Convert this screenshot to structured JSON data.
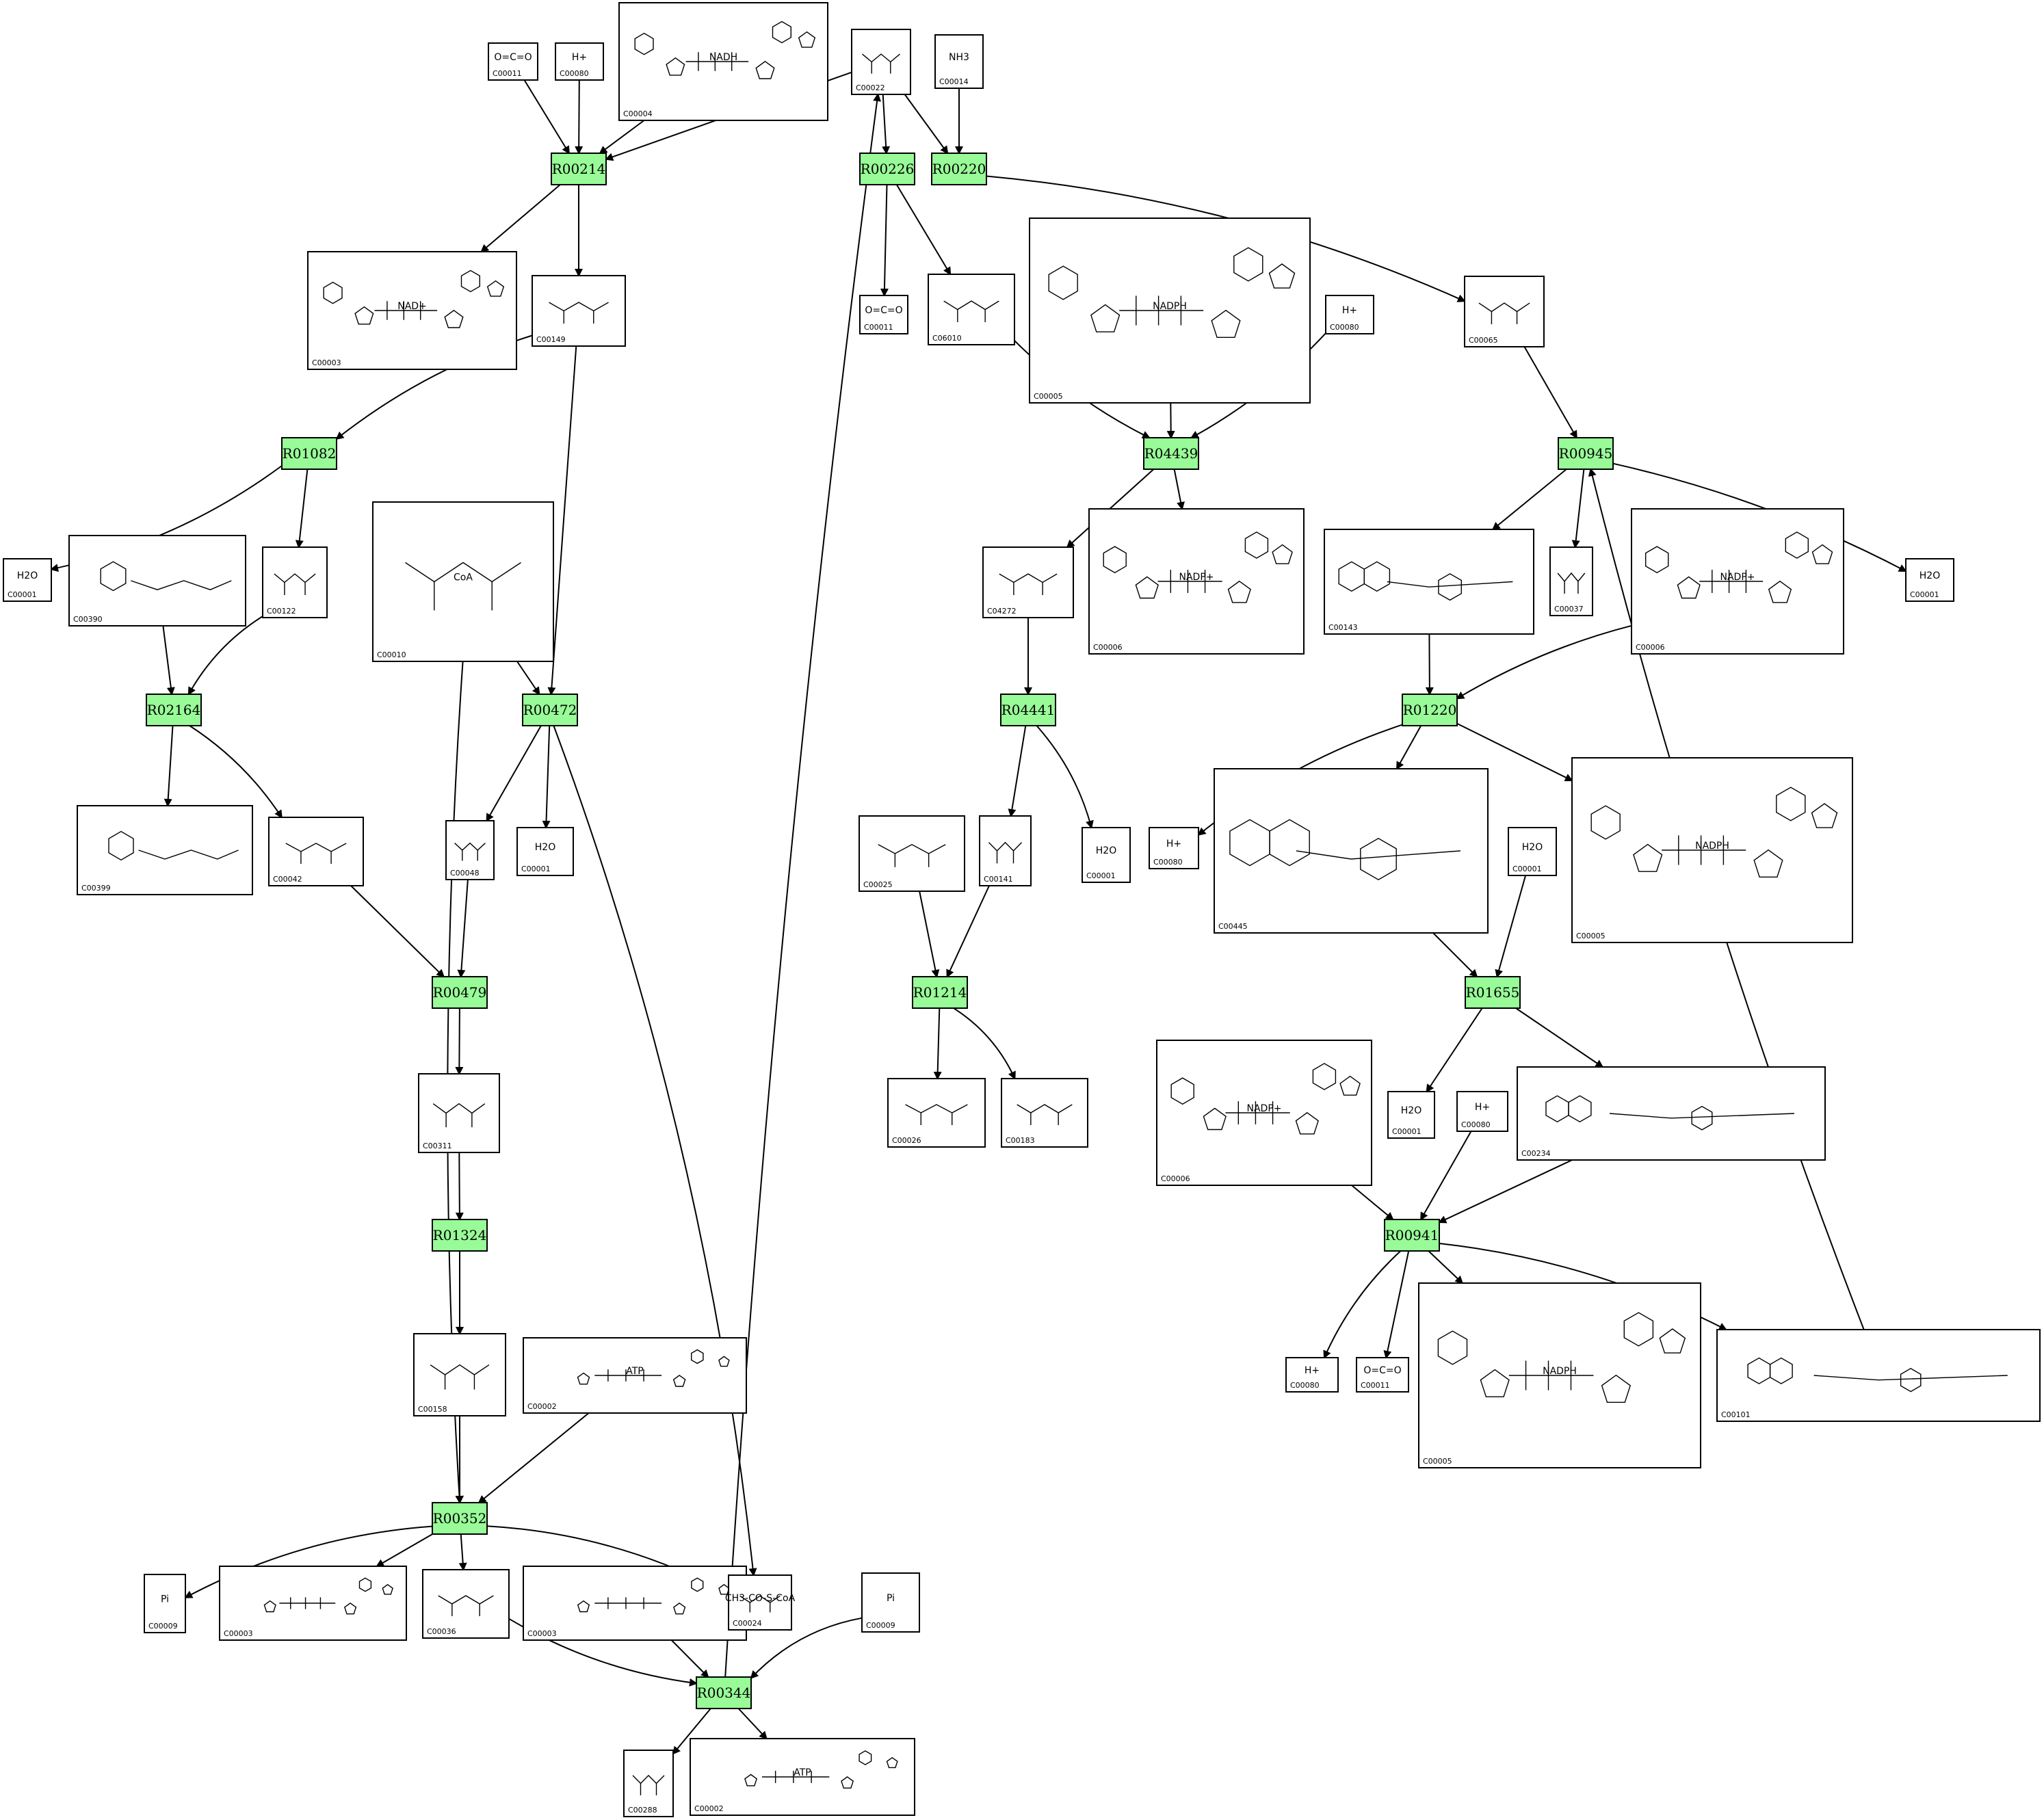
{
  "reactions": [
    {
      "id": "R00214"
    },
    {
      "id": "R00226"
    },
    {
      "id": "R00220"
    },
    {
      "id": "R01082"
    },
    {
      "id": "R04439"
    },
    {
      "id": "R00945"
    },
    {
      "id": "R02164"
    },
    {
      "id": "R00472"
    },
    {
      "id": "R04441"
    },
    {
      "id": "R01220"
    },
    {
      "id": "R00479"
    },
    {
      "id": "R01214"
    },
    {
      "id": "R01655"
    },
    {
      "id": "R01324"
    },
    {
      "id": "R00941"
    },
    {
      "id": "R00352"
    },
    {
      "id": "R00344"
    }
  ],
  "compounds": [
    {
      "id": "C00011",
      "formula": "O=C=O"
    },
    {
      "id": "C00080",
      "formula": "H+"
    },
    {
      "id": "C00004",
      "formula": "NADH"
    },
    {
      "id": "C00022",
      "formula": ""
    },
    {
      "id": "C00014",
      "formula": "NH3"
    },
    {
      "id": "C00003",
      "formula": "NAD+"
    },
    {
      "id": "C00149",
      "formula": ""
    },
    {
      "id": "C00011",
      "formula": "O=C=O"
    },
    {
      "id": "C06010",
      "formula": ""
    },
    {
      "id": "C00005",
      "formula": "NADPH"
    },
    {
      "id": "C00080",
      "formula": "H+"
    },
    {
      "id": "C00065",
      "formula": ""
    },
    {
      "id": "C00001",
      "formula": "H2O"
    },
    {
      "id": "C00390",
      "formula": ""
    },
    {
      "id": "C00122",
      "formula": ""
    },
    {
      "id": "C00010",
      "formula": "CoA"
    },
    {
      "id": "C04272",
      "formula": ""
    },
    {
      "id": "C00006",
      "formula": "NADP+"
    },
    {
      "id": "C00143",
      "formula": ""
    },
    {
      "id": "C00037",
      "formula": ""
    },
    {
      "id": "C00006",
      "formula": "NADP+"
    },
    {
      "id": "C00001",
      "formula": "H2O"
    },
    {
      "id": "C00399",
      "formula": ""
    },
    {
      "id": "C00042",
      "formula": ""
    },
    {
      "id": "C00048",
      "formula": ""
    },
    {
      "id": "C00001",
      "formula": "H2O"
    },
    {
      "id": "C00025",
      "formula": ""
    },
    {
      "id": "C00141",
      "formula": ""
    },
    {
      "id": "C00001",
      "formula": "H2O"
    },
    {
      "id": "C00080",
      "formula": "H+"
    },
    {
      "id": "C00445",
      "formula": ""
    },
    {
      "id": "C00001",
      "formula": "H2O"
    },
    {
      "id": "C00005",
      "formula": "NADPH"
    },
    {
      "id": "C00311",
      "formula": ""
    },
    {
      "id": "C00026",
      "formula": ""
    },
    {
      "id": "C00183",
      "formula": ""
    },
    {
      "id": "C00006",
      "formula": "NADP+"
    },
    {
      "id": "C00001",
      "formula": "H2O"
    },
    {
      "id": "C00080",
      "formula": "H+"
    },
    {
      "id": "C00234",
      "formula": ""
    },
    {
      "id": "C00158",
      "formula": ""
    },
    {
      "id": "C00002",
      "formula": "ATP"
    },
    {
      "id": "C00080",
      "formula": "H+"
    },
    {
      "id": "C00011",
      "formula": "O=C=O"
    },
    {
      "id": "C00005",
      "formula": "NADPH"
    },
    {
      "id": "C00101",
      "formula": ""
    },
    {
      "id": "C00009",
      "formula": "Pi"
    },
    {
      "id": "C00003",
      "formula": ""
    },
    {
      "id": "C00036",
      "formula": ""
    },
    {
      "id": "C00003",
      "formula": ""
    },
    {
      "id": "C00024",
      "formula": "CH3-CO-S-CoA"
    },
    {
      "id": "C00009",
      "formula": "Pi"
    },
    {
      "id": "C00288",
      "formula": ""
    },
    {
      "id": "C00002",
      "formula": "ATP"
    }
  ],
  "colors": {
    "reaction_fill": "#98fb98",
    "stroke": "#000000",
    "background": "#ffffff"
  }
}
